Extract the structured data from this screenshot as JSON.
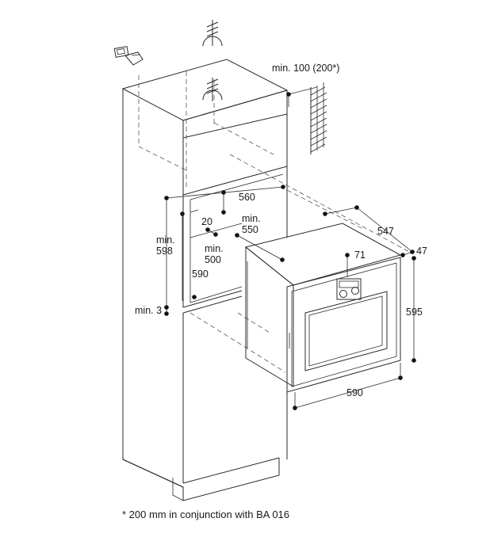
{
  "dimensions": {
    "min_100": "min. 100 (200*)",
    "d560": "560",
    "min_550_a": "min.",
    "min_550_b": "550",
    "d20": "20",
    "min_500_a": "min.",
    "min_500_b": "500",
    "min_598_a": "min.",
    "min_598_b": "598",
    "d590_left": "590",
    "min_3": "min. 3",
    "d547": "547",
    "d47": "47",
    "d71": "71",
    "d595": "595",
    "d590_bottom": "590"
  },
  "footnote": "* 200 mm in conjunction with BA 016",
  "icons": [
    "power-plug-icon",
    "electrical-connection-icon",
    "ventilation-wall-icon"
  ]
}
